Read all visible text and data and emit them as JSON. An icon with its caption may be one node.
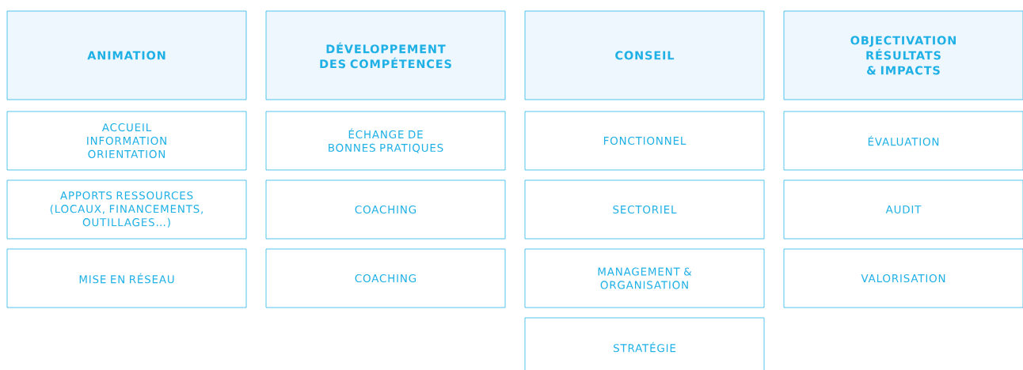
{
  "diagram": {
    "nodes": [
      {
        "text": [
          "ANIMATION"
        ]
      },
      {
        "text": [
          "ACCUEIL INFORMATION ORIENTATION"
        ]
      },
      {
        "text": [
          "APPORTS RESSOURCES (LOCAUX, FINANCEMENTS, OUTILLAGES…)"
        ]
      },
      {
        "text": [
          "MISE EN RÉSEAU"
        ]
      },
      {
        "text": [
          "DÉVELOPPEMENT DES COMPÉTENCES"
        ]
      },
      {
        "text": [
          "ÉCHANGE DE BONNES PRATIQUES"
        ]
      },
      {
        "text": [
          "COACHING"
        ]
      },
      {
        "text": [
          "COACHING"
        ]
      },
      {
        "text": [
          "CONSEIL"
        ]
      },
      {
        "text": [
          "FONCTIONNEL"
        ]
      },
      {
        "text": [
          "SECTORIEL"
        ]
      },
      {
        "text": [
          "MANAGEMENT & ORGANISATION"
        ]
      },
      {
        "text": [
          "STRATÉGIE"
        ]
      },
      {
        "text": [
          "OBJECTIVATION RÉSULTATS & IMPACTS"
        ]
      },
      {
        "text": [
          "ÉVALUATION"
        ]
      },
      {
        "text": [
          "AUDIT"
        ]
      },
      {
        "text": [
          "VALORISATION"
        ]
      }
    ]
  }
}
